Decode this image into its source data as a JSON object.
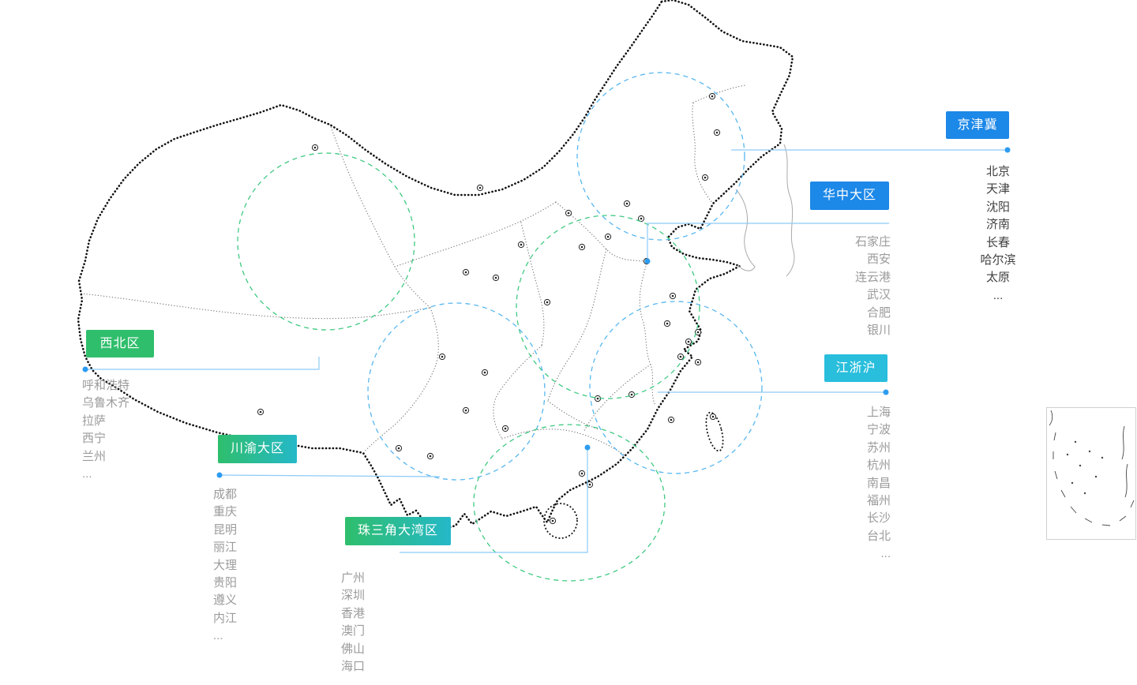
{
  "regions": [
    {
      "id": "jingjinji",
      "label": "京津冀",
      "cities": [
        "北京",
        "天津",
        "沈阳",
        "济南",
        "长春",
        "哈尔滨",
        "太原",
        "..."
      ]
    },
    {
      "id": "huazhong",
      "label": "华中大区",
      "cities": [
        "石家庄",
        "西安",
        "连云港",
        "武汉",
        "合肥",
        "银川"
      ]
    },
    {
      "id": "xibei",
      "label": "西北区",
      "cities": [
        "呼和浩特",
        "乌鲁木齐",
        "拉萨",
        "西宁",
        "兰州",
        "..."
      ]
    },
    {
      "id": "chuanyu",
      "label": "川渝大区",
      "cities": [
        "成都",
        "重庆",
        "昆明",
        "丽江",
        "大理",
        "贵阳",
        "遵义",
        "内江",
        "..."
      ]
    },
    {
      "id": "zhusanjiao",
      "label": "珠三角大湾区",
      "cities": [
        "广州",
        "深圳",
        "香港",
        "澳门",
        "佛山",
        "海口",
        "..."
      ]
    },
    {
      "id": "jiangzhehu",
      "label": "江浙沪",
      "cities": [
        "上海",
        "宁波",
        "苏州",
        "杭州",
        "南昌",
        "福州",
        "长沙",
        "台北",
        "..."
      ]
    }
  ],
  "colors": {
    "region_blue": "#1c88e8",
    "region_teal": "#28bedc",
    "region_green": "#2fbe6c",
    "region_gradient_end": "#25b8c8",
    "circle_blue": "#58b7f0",
    "circle_green": "#3fc982",
    "callout_line": "#8dcbf6",
    "callout_dot": "#2d9cf0",
    "city_text_dark": "#404040",
    "city_text_gray": "#9b9b9b",
    "map_ink": "#111111"
  }
}
